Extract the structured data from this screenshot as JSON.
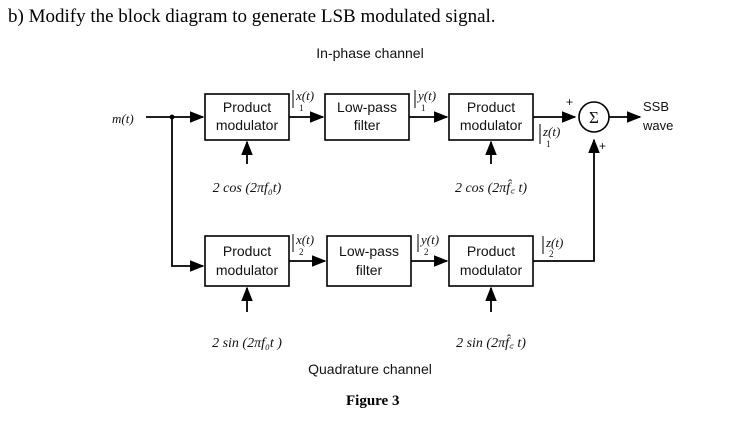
{
  "question": "b)  Modify the block diagram to generate LSB modulated signal.",
  "channels": {
    "in_phase": "In-phase channel",
    "quadrature": "Quadrature channel"
  },
  "input_label": "m(t)",
  "blocks": {
    "product_modulator": [
      "Product",
      "modulator"
    ],
    "low_pass_filter": [
      "Low-pass",
      "filter"
    ]
  },
  "carriers": {
    "top_left": "2 cos (2πf₀t)",
    "top_right": "2 cos (2πf̂꜀ t)",
    "bottom_left": "2 sin (2πf₀t )",
    "bottom_right": "2 sin (2πf̂꜀ t)"
  },
  "signals": {
    "x1": "x(t)",
    "x1_sub": "1",
    "y1": "y(t)",
    "y1_sub": "1",
    "z1": "z(t)",
    "z1_sub": "1",
    "x2": "x(t)",
    "x2_sub": "2",
    "y2": "y(t)",
    "y2_sub": "2",
    "z2": "z(t)",
    "z2_sub": "2"
  },
  "summer": {
    "symbol": "Σ",
    "plus_top": "+",
    "plus_bottom": "+"
  },
  "output": [
    "SSB",
    "wave"
  ],
  "caption": "Figure 3"
}
